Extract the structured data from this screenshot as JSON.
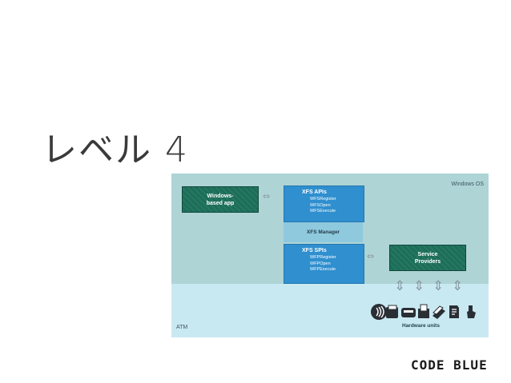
{
  "slide": {
    "title": "レベル 4"
  },
  "diagram": {
    "os_label": "Windows OS",
    "atm_label": "ATM",
    "windows_app": {
      "line1": "Windows-",
      "line2": "based app"
    },
    "xfs_apis": {
      "title": "XFS APIs",
      "items": [
        "WFSRegister",
        "WFSOpen",
        "WFSExecute"
      ]
    },
    "xfs_manager": "XFS Manager",
    "xfs_spis": {
      "title": "XFS SPIs",
      "items": [
        "WFPRegister",
        "WFPOpen",
        "WFPExecute"
      ]
    },
    "service_providers": {
      "line1": "Service",
      "line2": "Providers"
    },
    "hardware_units": "Hardware units",
    "hardware_icons": [
      "contactless-icon",
      "card-reader-icon",
      "cash-dispenser-icon",
      "receipt-printer-icon",
      "cash-stack-icon",
      "document-icon",
      "pinpad-icon"
    ]
  },
  "logo": {
    "text": "CODE BLUE"
  },
  "colors": {
    "atm_background": "#c9e9f2",
    "os_background": "#aed4d6",
    "green_box": "#1b6e58",
    "blue_box": "#2f8fcf",
    "manager_box": "#8fc9de"
  }
}
